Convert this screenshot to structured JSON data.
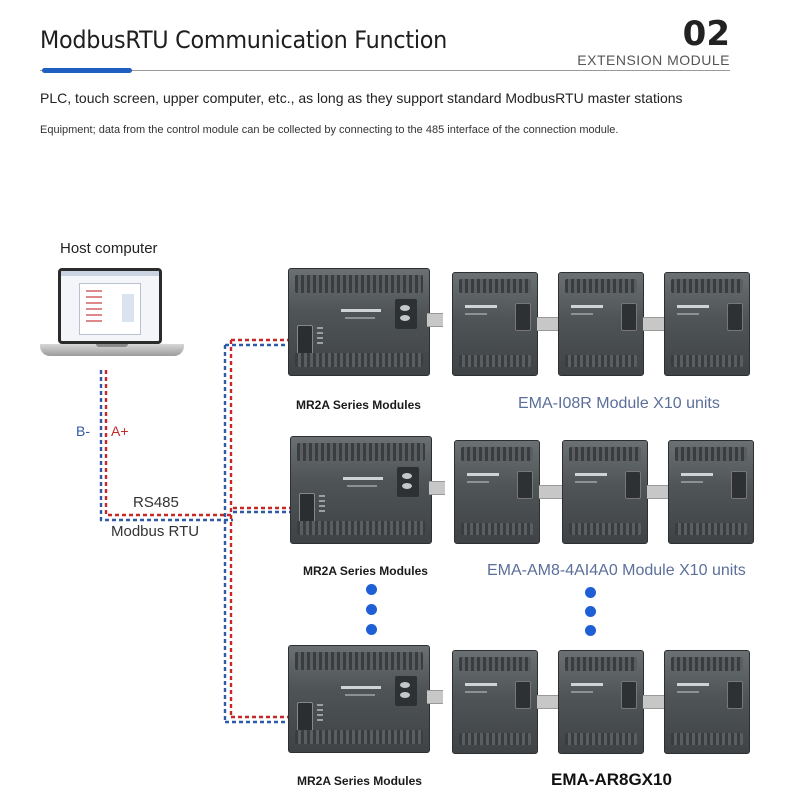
{
  "header": {
    "title": "ModbusRTU Communication Function",
    "number": "02",
    "subtitle": "EXTENSION MODULE"
  },
  "description": {
    "line1": "PLC, touch screen, upper computer, etc., as long as they support standard ModbusRTU master stations",
    "line2": "Equipment; data from the control module can be collected by connecting to the 485 interface of the connection module."
  },
  "diagram": {
    "host_label": "Host computer",
    "wire_b_label": "B-",
    "wire_a_label": "A+",
    "bus_label_1": "RS485",
    "bus_label_2": "Modbus RTU",
    "rows": [
      {
        "plc_label": "MR2A Series Modules",
        "ext_label": "EMA-I08R Module X10 units"
      },
      {
        "plc_label": "MR2A Series Modules",
        "ext_label": "EMA-AM8-4AI4A0 Module X10 units"
      },
      {
        "plc_label": "MR2A Series Modules",
        "ext_label": "EMA-AR8GX10"
      }
    ]
  },
  "colors": {
    "accent": "#1f5fbf",
    "wire_b": "#2f5aa8",
    "wire_a": "#c62828",
    "ellipsis_dot": "#1f5fd6"
  }
}
